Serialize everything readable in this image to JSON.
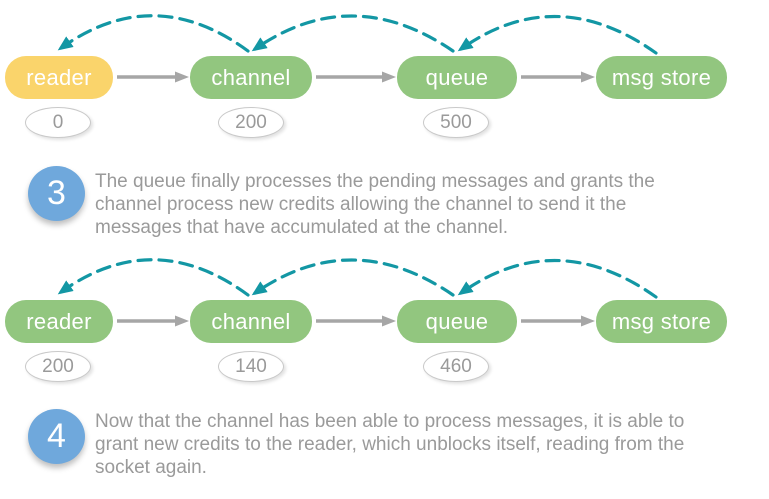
{
  "colors": {
    "node-green": "#92C67F",
    "node-yellow": "#FAD46B",
    "credit-arrow-teal": "#1397A4",
    "flow-arrow-gray": "#A6A6A6",
    "step-blue": "#6FA8DC",
    "body-text-gray": "#9A9A9A"
  },
  "diagrams": [
    {
      "name": "pipeline-state-step-3",
      "nodes": [
        {
          "label": "reader",
          "credit": "0"
        },
        {
          "label": "channel",
          "credit": "200"
        },
        {
          "label": "queue",
          "credit": "500"
        },
        {
          "label": "msg store"
        }
      ]
    },
    {
      "name": "pipeline-state-step-4",
      "nodes": [
        {
          "label": "reader",
          "credit": "200"
        },
        {
          "label": "channel",
          "credit": "140"
        },
        {
          "label": "queue",
          "credit": "460"
        },
        {
          "label": "msg store"
        }
      ]
    }
  ],
  "steps": [
    {
      "number": "3",
      "text": "The queue finally processes the pending messages and grants the\nchannel process new credits allowing the channel to send it the\nmessages that have accumulated at the channel."
    },
    {
      "number": "4",
      "text": "Now that the channel has been able to process messages, it is able to\ngrant new credits to the reader, which unblocks itself, reading from the\nsocket again."
    }
  ]
}
